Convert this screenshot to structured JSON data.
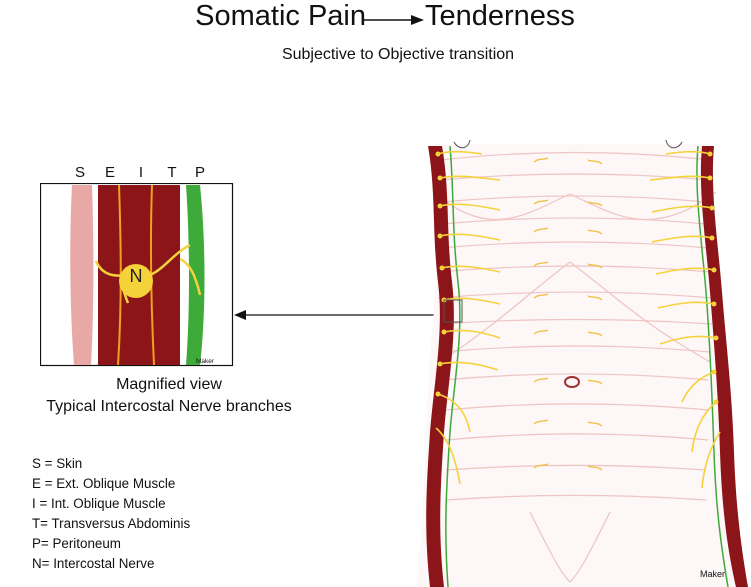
{
  "title": {
    "left": "Somatic Pain",
    "right": "Tenderness"
  },
  "subtitle": "Subjective to Objective transition",
  "layer_letters": [
    "S",
    "E",
    "I",
    "T",
    "P"
  ],
  "nerve_label": "N",
  "magnified_caption": "Magnified view",
  "magnified_subcaption": "Typical Intercostal Nerve branches",
  "maker_watermark": "Maker",
  "legend": [
    "S = Skin",
    "E = Ext. Oblique Muscle",
    "I =  Int.  Oblique Muscle",
    "T= Transversus Abdominis",
    "P=  Peritoneum",
    "N= Intercostal Nerve"
  ],
  "colors": {
    "skin": "#e8a9a6",
    "muscle": "#8b1519",
    "peritoneum": "#3daa3a",
    "nerve": "#f5d23a",
    "nerve_line": "#f0b429",
    "contour": "#eec4c4"
  }
}
